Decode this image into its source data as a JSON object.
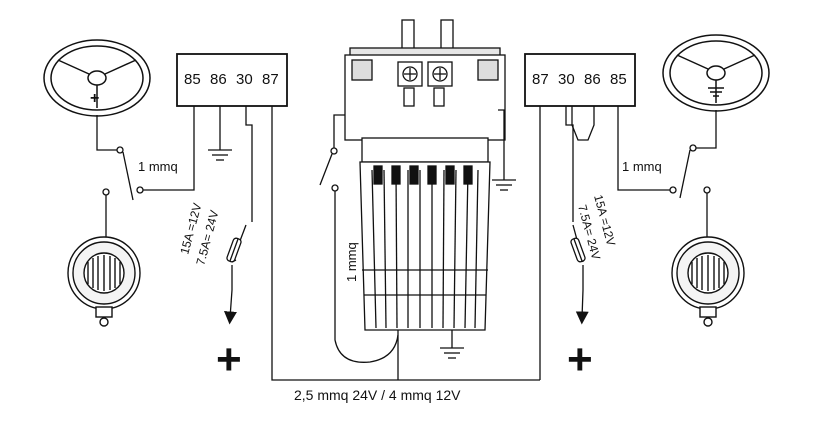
{
  "relay_left": {
    "pins": [
      "85",
      "86",
      "30",
      "87"
    ]
  },
  "relay_right": {
    "pins": [
      "87",
      "30",
      "86",
      "85"
    ]
  },
  "switch_left": {
    "label": "1 mmq"
  },
  "switch_right": {
    "label": "1 mmq"
  },
  "switch_center": {
    "label": "1 mmq"
  },
  "fuse_left": {
    "line1": "15A =12V",
    "line2": "7.5A= 24V"
  },
  "fuse_right": {
    "line1": "15A =12V",
    "line2": "7.5A= 24V"
  },
  "power_left": {
    "symbol": "+"
  },
  "power_right": {
    "symbol": "+"
  },
  "wire_spec": {
    "label": "2,5 mmq 24V  / 4 mmq 12V"
  },
  "icons": [
    "steering-wheel-icon",
    "horn-icon",
    "ground-icon",
    "fuse-icon",
    "compressor-icon",
    "switch-icon"
  ],
  "colors": {
    "line": "#111111",
    "background": "#ffffff"
  }
}
